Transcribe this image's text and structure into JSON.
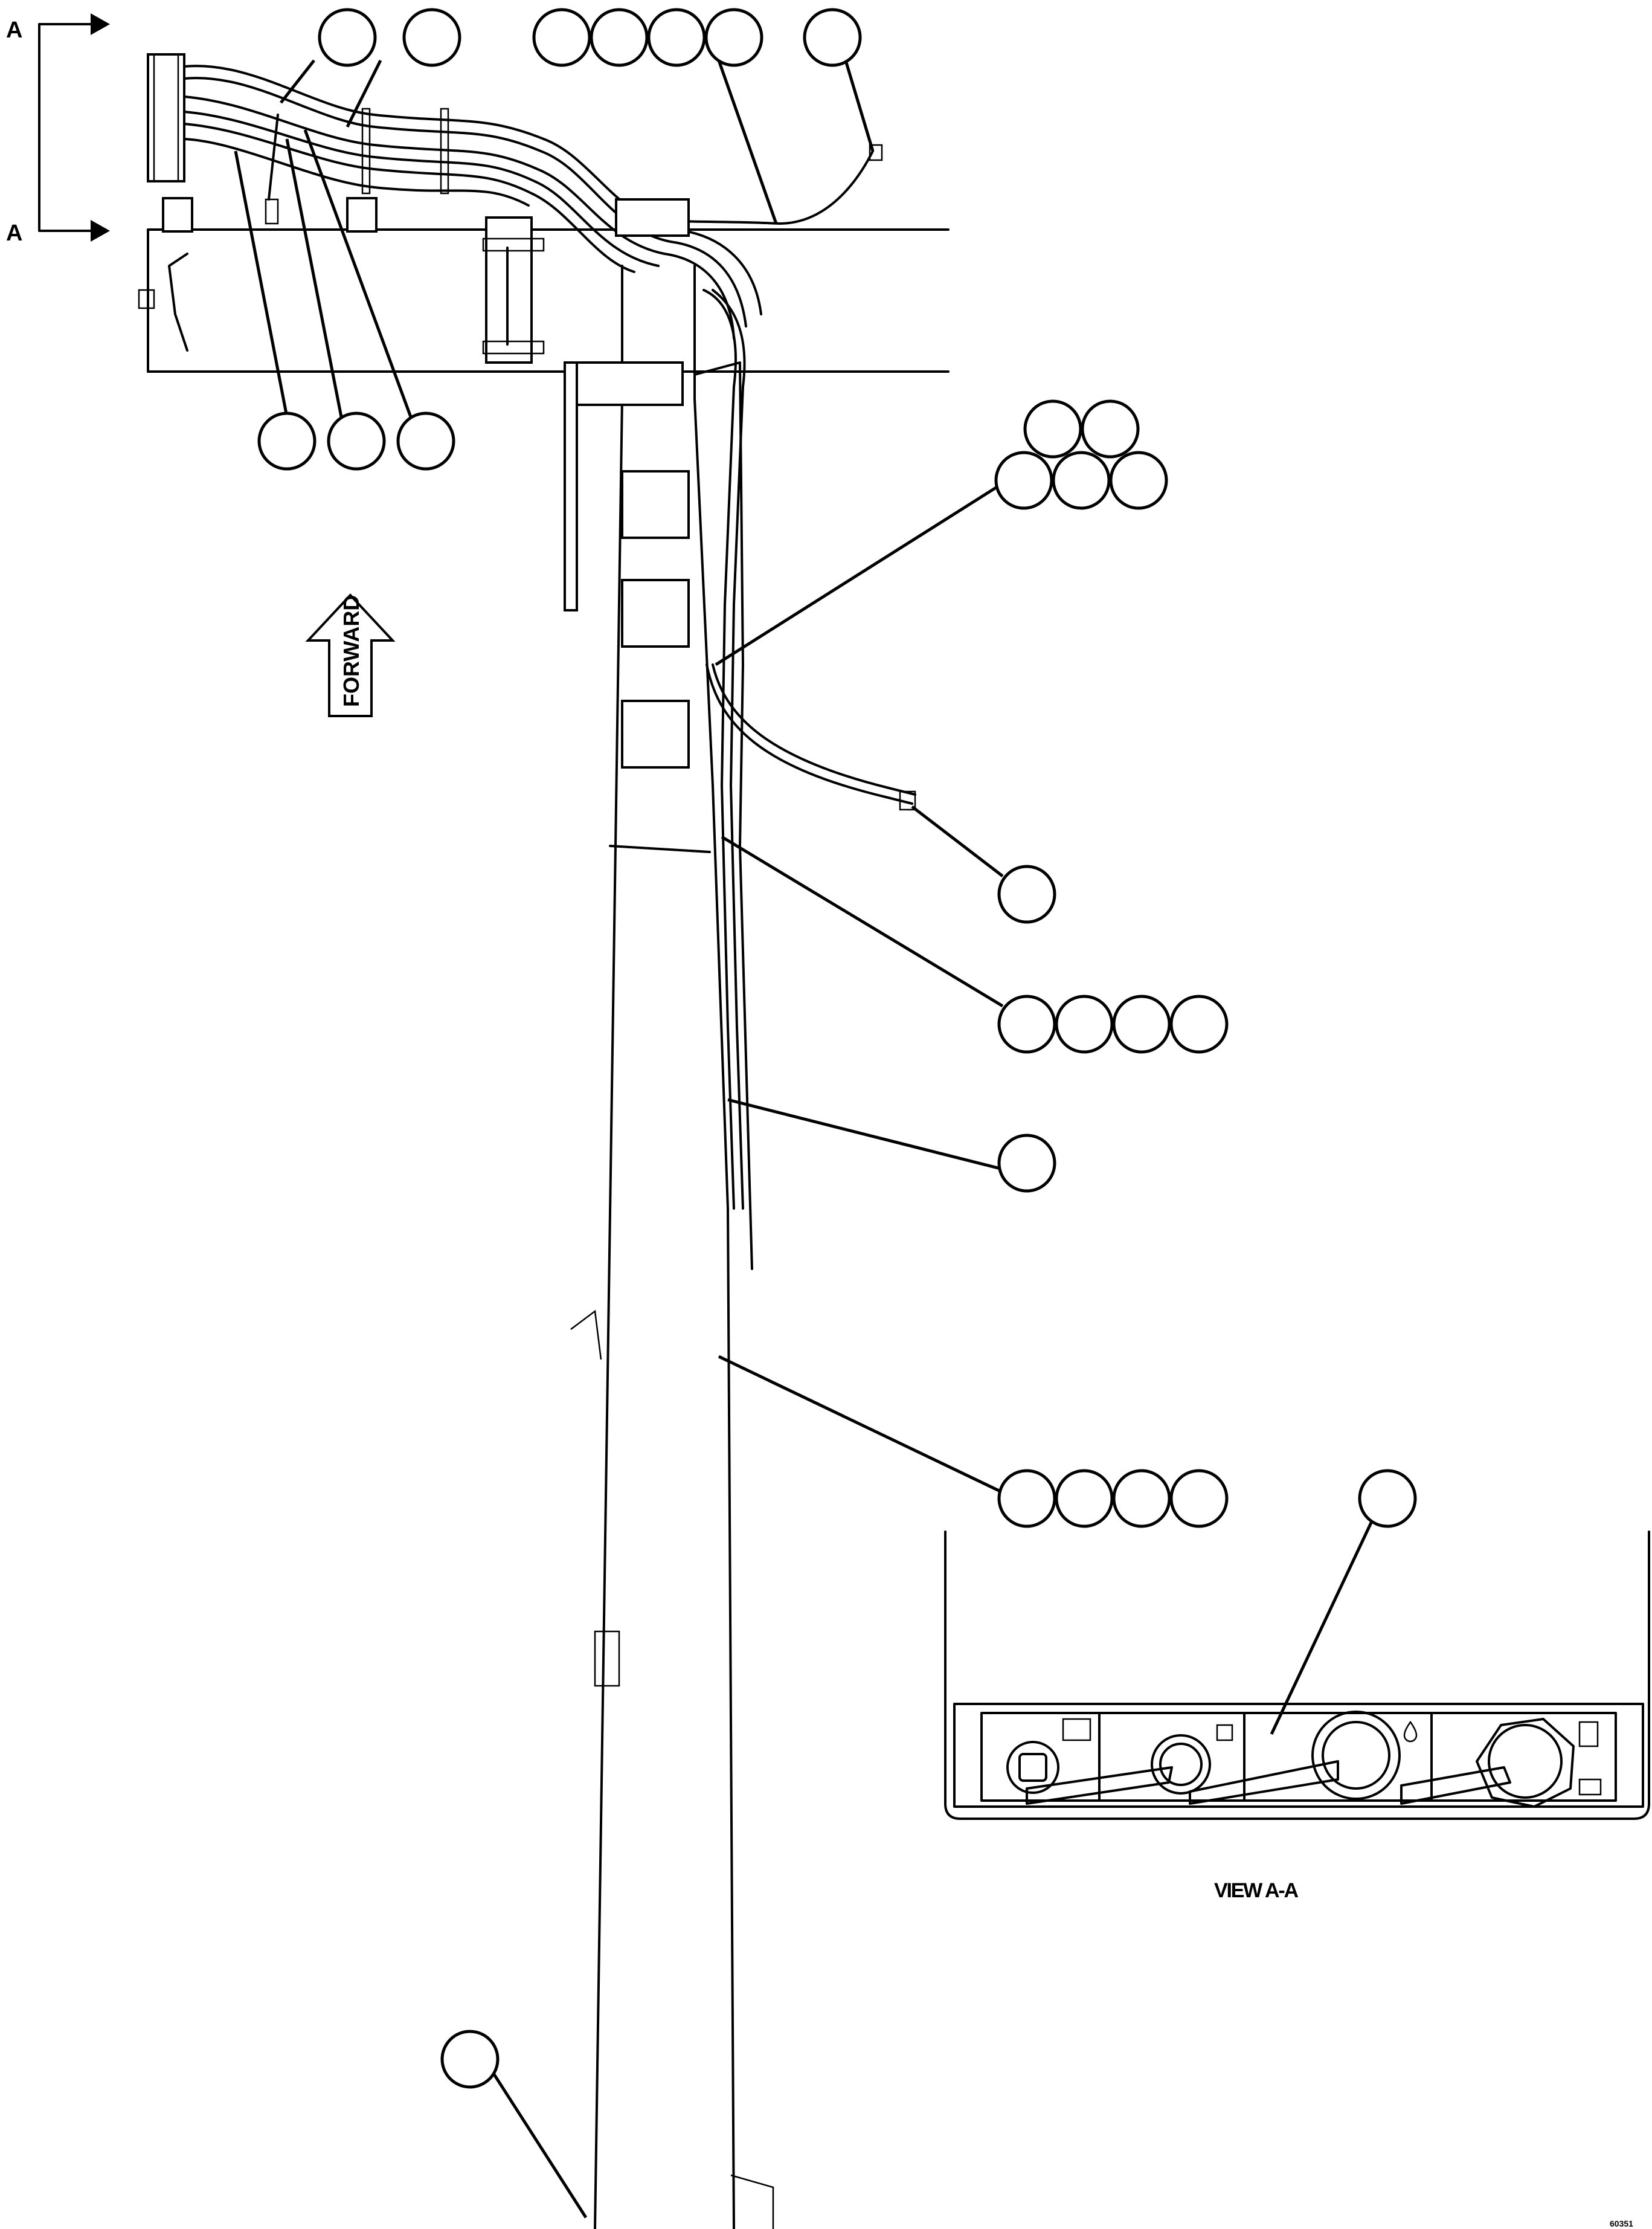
{
  "section_marker": {
    "top": "A",
    "bottom": "A"
  },
  "forward_label": "FORWARD",
  "view_label": "VIEW A-A",
  "drawing_code": "60351",
  "callout_groups": [
    {
      "id": "g1",
      "count": 1
    },
    {
      "id": "g2",
      "count": 1
    },
    {
      "id": "g3",
      "count": 4
    },
    {
      "id": "g4",
      "count": 1
    },
    {
      "id": "g5",
      "count": 1
    },
    {
      "id": "g6",
      "count": 1
    },
    {
      "id": "g7",
      "count": 1
    },
    {
      "id": "g8",
      "count": 5
    },
    {
      "id": "g9",
      "count": 1
    },
    {
      "id": "g10",
      "count": 4
    },
    {
      "id": "g11",
      "count": 1
    },
    {
      "id": "g12",
      "count": 4
    },
    {
      "id": "g13",
      "count": 1
    },
    {
      "id": "g14",
      "count": 1
    }
  ],
  "panel_icons": [
    "filter-icon",
    "coolant-icon",
    "oil-drop-icon",
    "fuel-icon",
    "book-icon"
  ]
}
